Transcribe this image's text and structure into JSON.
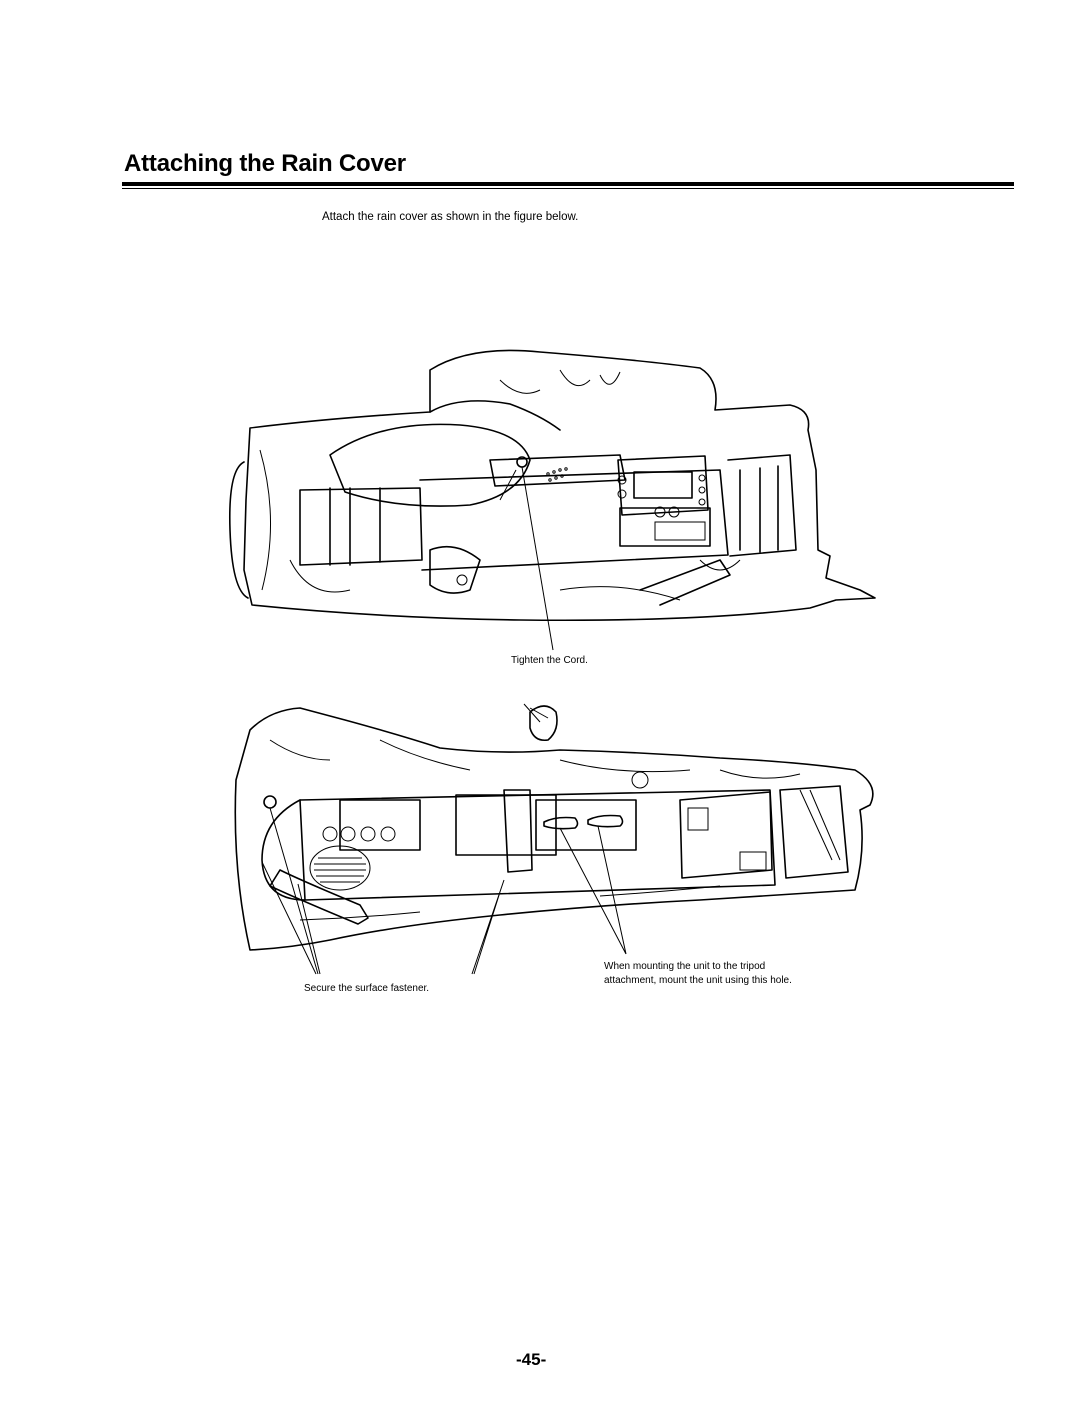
{
  "document": {
    "title": "Attaching the Rain Cover",
    "intro": "Attach the rain cover as shown in the figure below.",
    "page_number": "-45-"
  },
  "figures": {
    "top": {
      "callout": "Tighten the Cord."
    },
    "bottom": {
      "callout_fastener": "Secure the surface fastener.",
      "callout_tripod_line1": "When mounting the unit to the tripod",
      "callout_tripod_line2": "attachment, mount the unit using this hole."
    }
  },
  "colors": {
    "text": "#000000",
    "background": "#ffffff"
  }
}
